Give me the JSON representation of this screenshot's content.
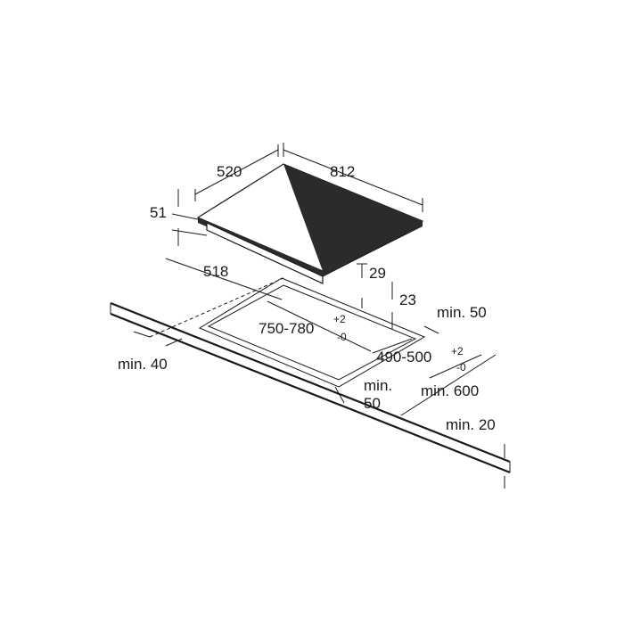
{
  "dimensions": {
    "depth": "520",
    "width": "812",
    "height_total": "51",
    "depth_inner": "518",
    "glass_thickness": "29",
    "frame_height": "23",
    "cutout_width": "750-780",
    "cutout_width_tol_plus": "+2",
    "cutout_width_tol_minus": "-0",
    "cutout_depth": "490-500",
    "cutout_depth_tol_plus": "+2",
    "cutout_depth_tol_minus": "-0",
    "min_back": "min. 50",
    "min_side": "min. 40",
    "min_front_word": "min.",
    "min_front_value": "50",
    "min_worktop_depth": "min. 600",
    "min_worktop_thickness": "min. 20"
  },
  "colors": {
    "line": "#1a1a1a",
    "hob": "#2b2b2b",
    "background": "#ffffff"
  }
}
